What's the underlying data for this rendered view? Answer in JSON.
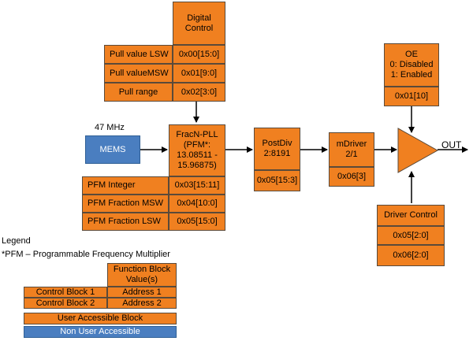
{
  "digital_control": {
    "title": "Digital\nControl",
    "rows": [
      {
        "label": "Pull value LSW",
        "addr": "0x00[15:0]"
      },
      {
        "label": "Pull valueMSW",
        "addr": "0x01[9:0]"
      },
      {
        "label": "Pull range",
        "addr": "0x02[3:0]"
      }
    ]
  },
  "mems": {
    "freq_label": "47 MHz",
    "label": "MEMS"
  },
  "fracn": {
    "title": "FracN-PLL\n(PFM*:\n13.08511 -\n15.96875)",
    "rows": [
      {
        "label": "PFM Integer",
        "addr": "0x03[15:11]"
      },
      {
        "label": "PFM Fraction MSW",
        "addr": "0x04[10:0]"
      },
      {
        "label": "PFM Fraction LSW",
        "addr": "0x05[15:0]"
      }
    ]
  },
  "postdiv": {
    "title": "PostDiv\n2:8191",
    "addr": "0x05[15:3]"
  },
  "mdriver": {
    "title": "mDriver\n2/1",
    "addr": "0x06[3]"
  },
  "oe": {
    "title": "OE\n0: Disabled\n1: Enabled",
    "addr": "0x01[10]"
  },
  "driver_control": {
    "title": "Driver Control",
    "addrs": [
      "0x05[2:0]",
      "0x06[2:0]"
    ]
  },
  "output": {
    "label": "OUT"
  },
  "legend": {
    "title": "Legend",
    "footnote": "*PFM – Programmable Frequency Multiplier",
    "header": "Function Block\nValue(s)",
    "rows": [
      {
        "label": "Control Block 1",
        "value": "Address 1"
      },
      {
        "label": "Control Block 2",
        "value": "Address 2"
      }
    ],
    "user_accessible": "User Accessible Block",
    "non_user_accessible": "Non User Accessible"
  },
  "colors": {
    "orange": "#f08020",
    "blue": "#4a7ec0",
    "border": "#5a4a3a"
  }
}
